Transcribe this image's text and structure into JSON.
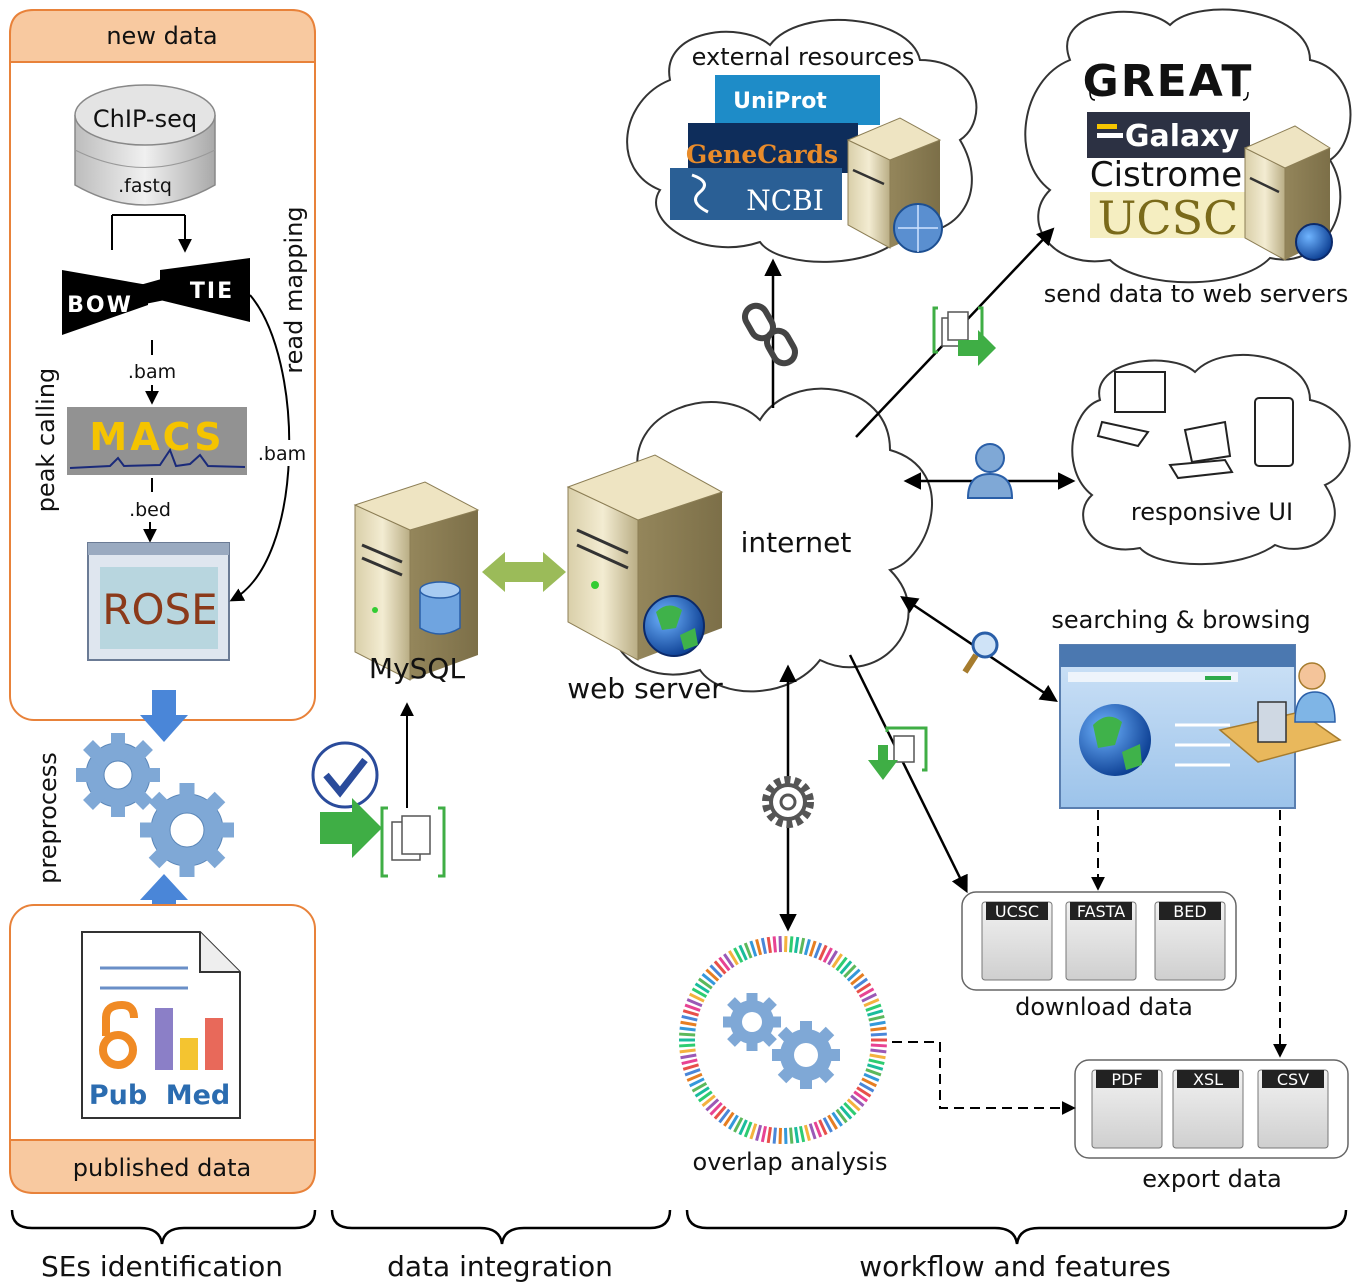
{
  "panel_new_data": {
    "title": "new data"
  },
  "panel_published": {
    "title": "published data"
  },
  "chipseq": {
    "top": "ChIP-seq",
    "bottom": ".fastq"
  },
  "bowtie": {
    "left": "BOW",
    "right": "TIE"
  },
  "macs": {
    "label": "MACS"
  },
  "rose": {
    "label": "ROSE"
  },
  "pubmed": {
    "left": "Pub",
    "right": "Med"
  },
  "file_labels": {
    "bam1": ".bam",
    "bam2": ".bam",
    "bed": ".bed"
  },
  "side_labels": {
    "read_mapping": "read mapping",
    "peak_calling": "peak calling",
    "preprocess": "preprocess"
  },
  "nodes": {
    "mysql": "MySQL",
    "web_server": "web server",
    "internet": "internet",
    "external_resources": "external resources",
    "send_data": "send data to web servers",
    "responsive_ui": "responsive UI",
    "searching_browsing": "searching & browsing",
    "download_data": "download data",
    "export_data": "export data",
    "overlap_analysis": "overlap analysis"
  },
  "external_logos": [
    "UniProt",
    "GeneCards",
    "NCBI"
  ],
  "web_server_logos": [
    "GREAT",
    "Galaxy",
    "Cistrome",
    "UCSC"
  ],
  "download_formats": [
    "UCSC",
    "FASTA",
    "BED"
  ],
  "export_formats": [
    "PDF",
    "XSL",
    "CSV"
  ],
  "sections": [
    "SEs identification",
    "data integration",
    "workflow and features"
  ],
  "colors": {
    "panel_border": "#E8823A",
    "panel_header": "#F8C9A0",
    "gear": "#7FA8D6",
    "arrow_blue": "#4A86D8",
    "arrow_green": "#4CAF50",
    "bidir_arrow": "#9BBB59"
  }
}
